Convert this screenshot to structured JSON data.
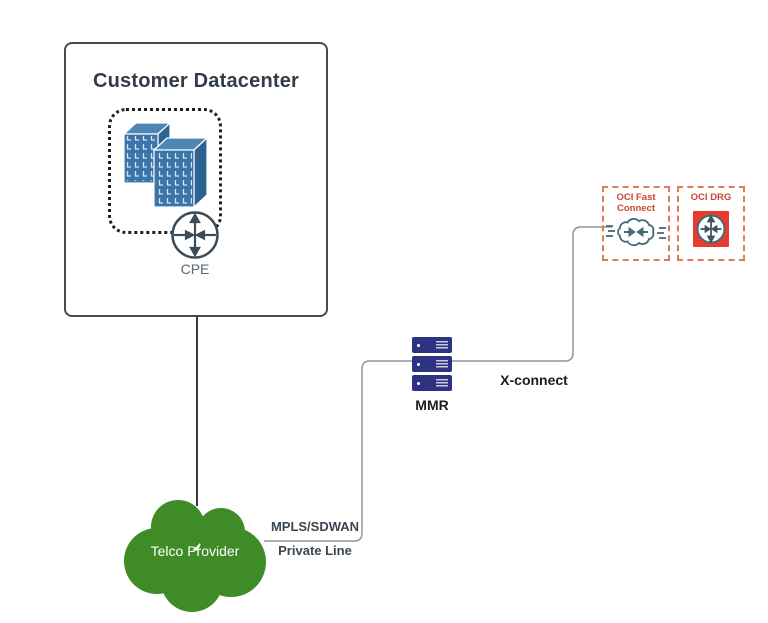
{
  "diagram": {
    "datacenter": {
      "title": "Customer Datacenter",
      "cpe_label": "CPE"
    },
    "telco": {
      "label": "Telco Provider"
    },
    "mpls": {
      "line1": "MPLS/SDWAN",
      "line2": "Private Line"
    },
    "mmr": {
      "label": "MMR"
    },
    "xconnect": {
      "label": "X-connect"
    },
    "fastconnect": {
      "line1": "OCI Fast",
      "line2": "Connect"
    },
    "drg": {
      "label": "OCI DRG"
    },
    "colors": {
      "building_blue": "#3a74a8",
      "telco_green": "#3e8b28",
      "server_navy": "#2e3282",
      "oci_dash_border": "#de7b5b",
      "oci_label_red": "#c74634",
      "drg_red": "#e83b2e",
      "icon_slate": "#3d4a57",
      "icon_teal": "#456b77",
      "wire_gray": "#8d969c",
      "wire_dark": "#3a3a3a"
    }
  }
}
